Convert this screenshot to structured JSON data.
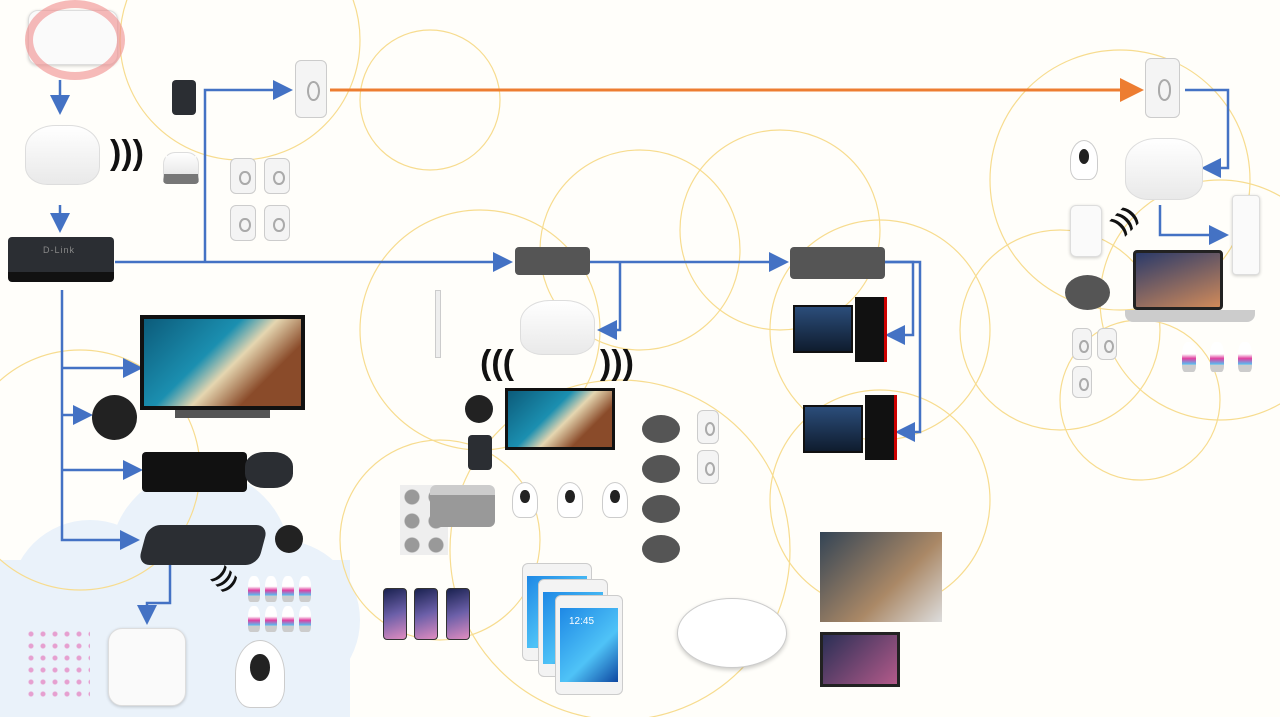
{
  "diagram": {
    "type": "home-network",
    "colors": {
      "ethernet": "#4472C4",
      "powerline": "#ED7D31",
      "cloud_outline": "#F7DC8F",
      "zone_fill": "#EAF2FA"
    },
    "switch_brand": "D-Link",
    "tablet_clock": "12:45"
  }
}
